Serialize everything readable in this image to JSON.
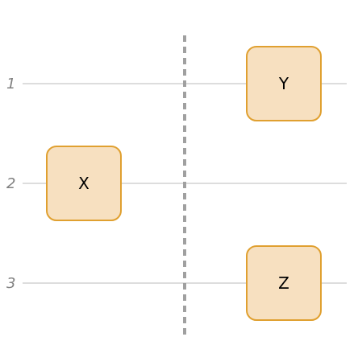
{
  "rows": [
    {
      "label": "1"
    },
    {
      "label": "2"
    },
    {
      "label": "3"
    }
  ],
  "nodes": [
    {
      "label": "Y",
      "row": 1,
      "side": "right"
    },
    {
      "label": "X",
      "row": 2,
      "side": "left"
    },
    {
      "label": "Z",
      "row": 3,
      "side": "right"
    }
  ],
  "colors": {
    "node_fill": "#f7e0c0",
    "node_border": "#e0a030",
    "row_line": "#dddddd",
    "divider": "#a0a0a0",
    "row_label": "#808080"
  }
}
